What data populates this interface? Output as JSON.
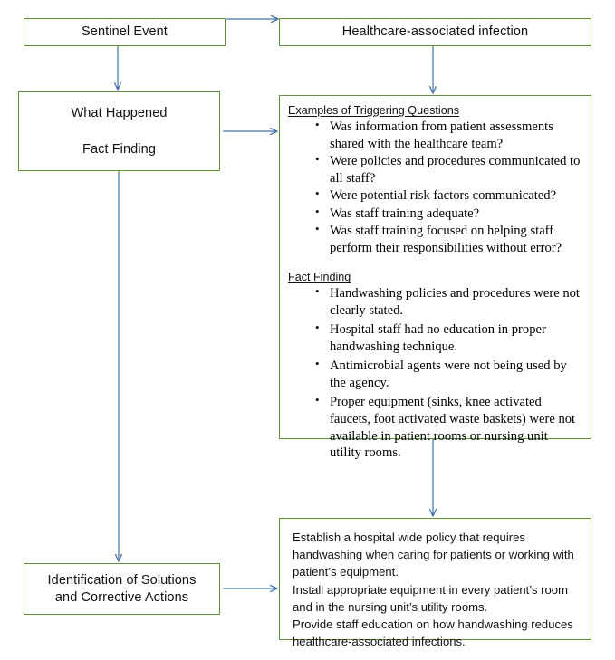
{
  "diagram": {
    "title": "Sentinel Event Root Cause Analysis Flowchart",
    "accent_border_color": "#5f9133",
    "arrow_color": "#4472a8",
    "nodes": {
      "sentinel_event": {
        "label": "Sentinel Event"
      },
      "healthcare_infection": {
        "label": "Healthcare-associated infection"
      },
      "what_happened": {
        "line1": "What Happened",
        "line2": "Fact Finding"
      },
      "identification": {
        "line1": "Identification of Solutions",
        "line2": "and Corrective Actions"
      },
      "questions_and_facts": {
        "questions_heading": "Examples of Triggering Questions",
        "questions": [
          "Was information from patient assessments shared with the healthcare team?",
          "Were policies and procedures communicated to all staff?",
          "Were potential risk factors communicated?",
          "Was staff training adequate?",
          "Was staff training focused on helping staff perform their responsibilities without error?"
        ],
        "facts_heading": "Fact Finding",
        "facts": [
          "Handwashing policies  and procedures were not clearly stated.",
          "Hospital staff had no education in proper handwashing technique.",
          "Antimicrobial agents  were not being used by the agency.",
          "Proper equipment (sinks, knee activated faucets, foot activated waste baskets) were not available in patient rooms or nursing unit utility rooms."
        ]
      },
      "solutions": {
        "paragraphs": [
          "Establish a hospital wide policy that requires handwashing when caring for patients or working with patient’s equipment.",
          "Install appropriate equipment in every patient’s room and in the nursing unit’s utility rooms.",
          "Provide staff education on how handwashing reduces healthcare-associated infections."
        ]
      }
    }
  }
}
